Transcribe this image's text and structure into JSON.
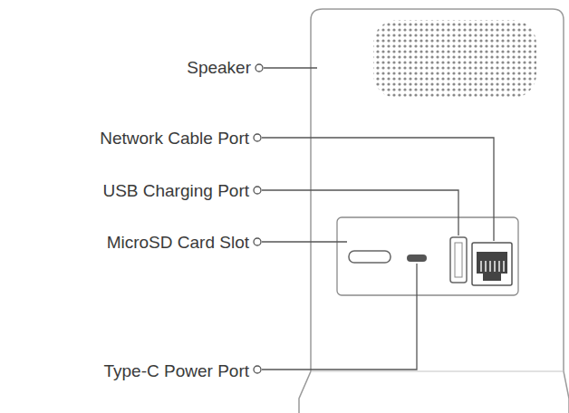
{
  "diagram": {
    "labels": [
      "Speaker",
      "Network Cable Port",
      "USB Charging Port",
      "MicroSD Card Slot",
      "Type-C Power Port"
    ]
  }
}
